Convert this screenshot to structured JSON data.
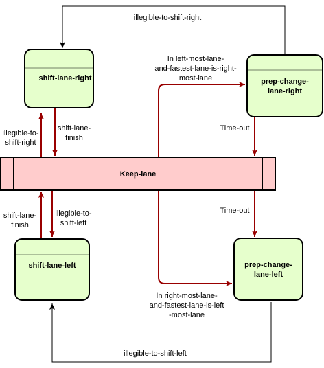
{
  "colors": {
    "state_fill": "#e6ffcc",
    "state_stroke": "#000000",
    "keep_fill": "#ffcccc",
    "arrow_red": "#990000",
    "arrow_black": "#000000"
  },
  "states": {
    "shift_lane_right": "shift-lane-right",
    "prep_change_lane_right": [
      "prep-change-",
      "lane-right"
    ],
    "keep_lane": "Keep-lane",
    "shift_lane_left": "shift-lane-left",
    "prep_change_lane_left": [
      "prep-change-",
      "lane-left"
    ]
  },
  "transitions": {
    "top_loop": "illegible-to-shift-right",
    "bottom_loop": "illegible-to-shift-left",
    "to_prep_right": [
      "In left-most-lane-",
      "and-fastest-lane-is-right-",
      "most-lane"
    ],
    "to_prep_left": [
      "In right-most-lane-",
      "and-fastest-lane-is-left",
      "-most-lane"
    ],
    "timeout_right": "Time-out",
    "timeout_left": "Time-out",
    "right_abort": [
      "illegible-to-",
      "shift-right"
    ],
    "right_finish": [
      "shift-lane-",
      "finish"
    ],
    "left_finish": [
      "shift-lane-",
      "finish"
    ],
    "left_abort": [
      "illegible-to-",
      "shift-left"
    ]
  }
}
